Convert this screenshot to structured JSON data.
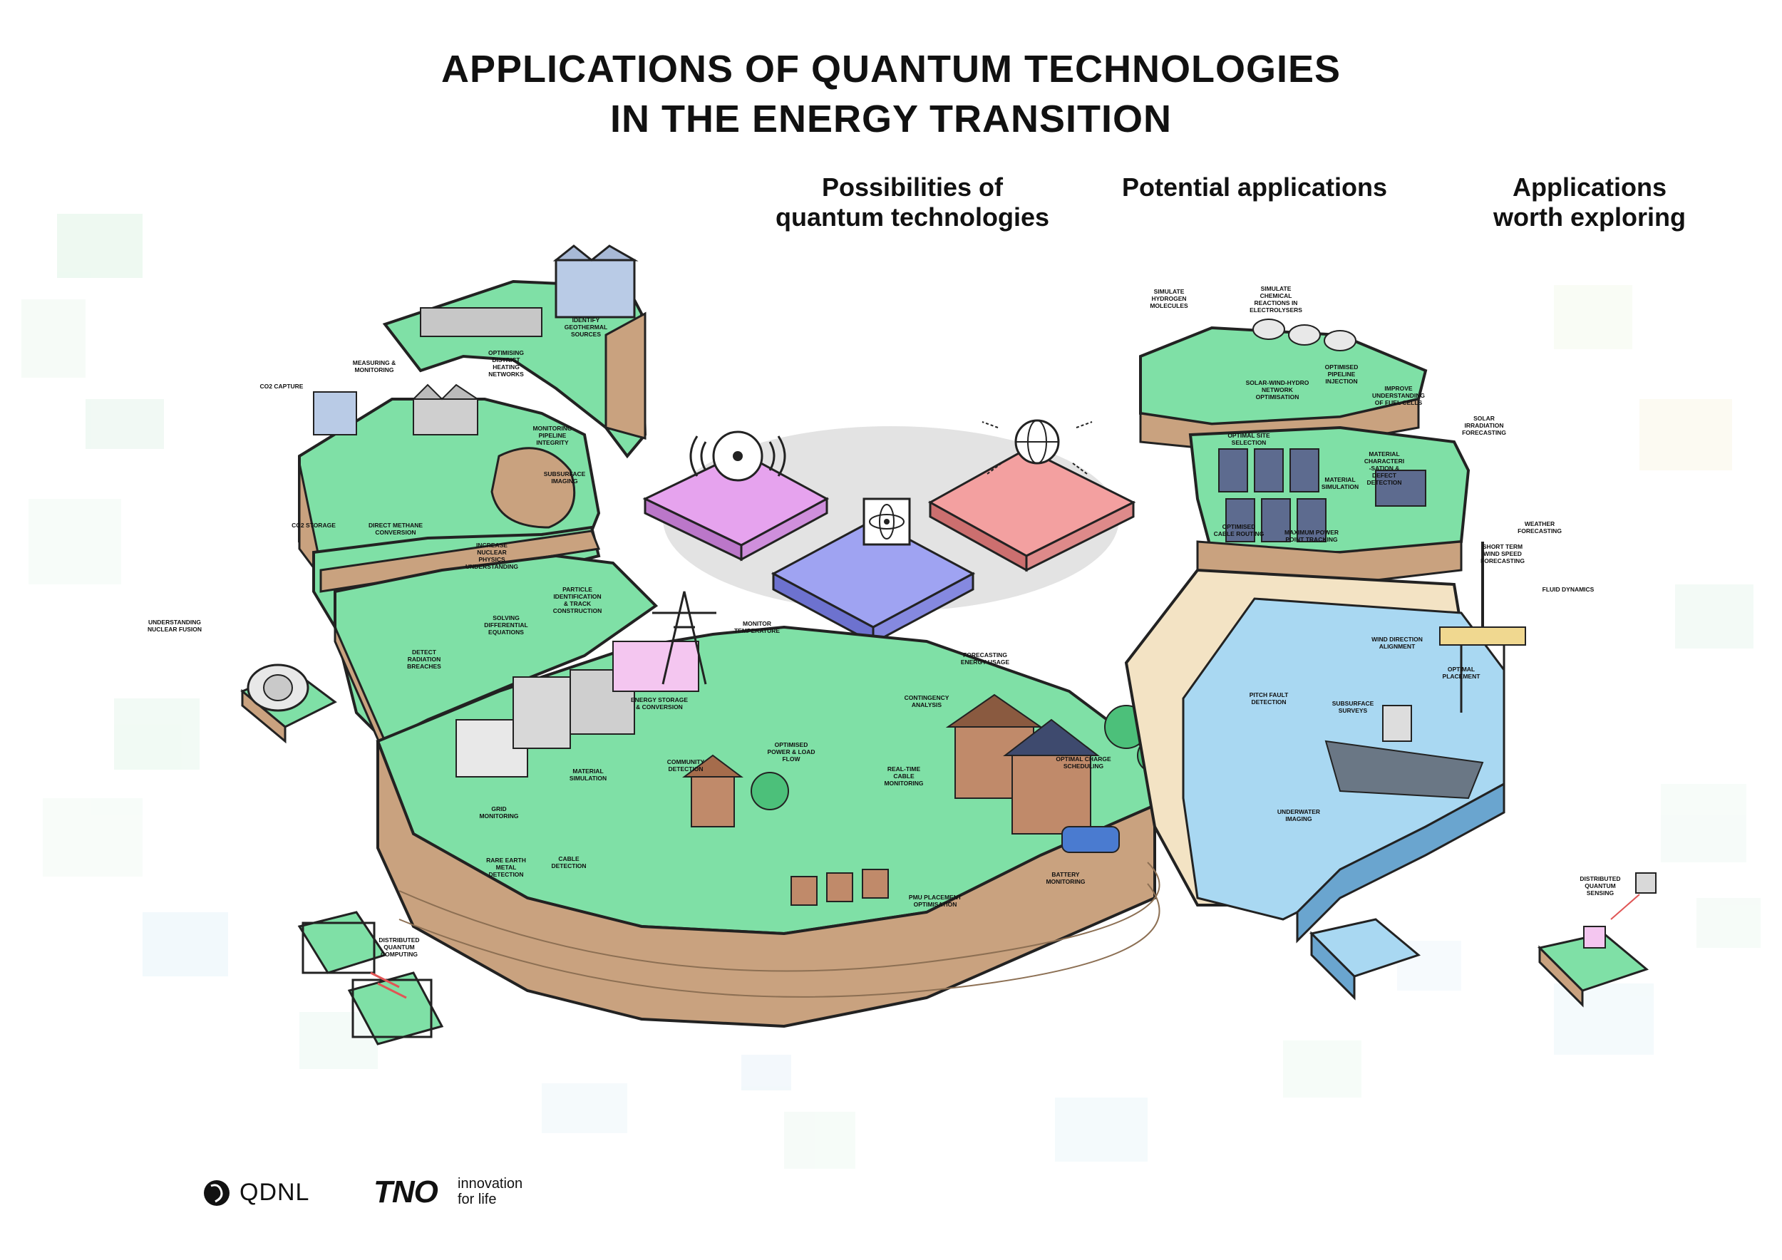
{
  "title": {
    "line1": "APPLICATIONS OF QUANTUM TECHNOLOGIES",
    "line2": "IN THE ENERGY TRANSITION"
  },
  "legend": {
    "possibilities": "Possibilities of\nquantum technologies",
    "potential": "Potential applications",
    "worth": "Applications\nworth exploring"
  },
  "colors": {
    "grass": "#7fe0a6",
    "soil": "#c9a27f",
    "water": "#a9d8f2",
    "sand": "#f3e3c4",
    "sensing_tile": "#e6a3ee",
    "computing_tile": "#9fa3f2",
    "networking_tile": "#f3a0a0"
  },
  "icons": [
    "sensing-icon",
    "computing-chip-icon",
    "networking-globe-icon"
  ],
  "labels": {
    "identify_geothermal": "IDENTIFY GEOTHERMAL SOURCES",
    "district_heating": "OPTIMISING DISTRICT HEATING NETWORKS",
    "measuring_monitoring": "MEASURING & MONITORING",
    "co2_capture": "CO2 CAPTURE",
    "monitoring_pipeline": "MONITORING PIPELINE INTEGRITY",
    "subsurface_imaging": "SUBSURFACE IMAGING",
    "co2_storage": "CO2 STORAGE",
    "direct_methane": "DIRECT METHANE CONVERSION",
    "nuclear_physics": "INCREASE NUCLEAR PHYSICS UNDERSTANDING",
    "particle_identification": "PARTICLE IDENTIFICATION & TRACK CONSTRUCTION",
    "solving_equations": "SOLVING DIFFERENTIAL EQUATIONS",
    "detect_radiation": "DETECT RADIATION BREACHES",
    "nuclear_fusion": "UNDERSTANDING NUCLEAR FUSION",
    "monitor_temperature": "MONITOR TEMPERATURE",
    "energy_storage": "ENERGY STORAGE & CONVERSION",
    "material_simulation": "MATERIAL SIMULATION",
    "grid_monitoring": "GRID MONITORING",
    "cable_detection": "CABLE DETECTION",
    "rare_earth": "RARE EARTH METAL DETECTION",
    "community_detection": "COMMUNITY DETECTION",
    "power_load_flow": "OPTIMISED POWER & LOAD FLOW",
    "realtime_cable": "REAL-TIME CABLE MONITORING",
    "contingency": "CONTINGENCY ANALYSIS",
    "forecasting_energy": "FORECASTING ENERGY USAGE",
    "charge_scheduling": "OPTIMAL CHARGE SCHEDULING",
    "pmu_placement": "PMU PLACEMENT OPTIMISATION",
    "battery_monitoring": "BATTERY MONITORING",
    "distributed_computing": "DISTRIBUTED QUANTUM COMPUTING",
    "simulate_hydrogen": "SIMULATE HYDROGEN MOLECULES",
    "simulate_chemical": "SIMULATE CHEMICAL REACTIONS IN ELECTROLYSERS",
    "pipeline_injection": "OPTIMISED PIPELINE INJECTION",
    "swh_network": "SOLAR-WIND-HYDRO NETWORK OPTIMISATION",
    "fuel_cells": "IMPROVE UNDERSTANDING OF FUEL CELLS",
    "optimal_site": "OPTIMAL SITE SELECTION",
    "material_characterisation": "MATERIAL CHARACTERI -SATION & DEFECT DETECTION",
    "solar_irradiation": "SOLAR IRRADIATION FORECASTING",
    "material_simulation_2": "MATERIAL SIMULATION",
    "cable_routing": "OPTIMISED CABLE ROUTING",
    "mppt": "MAXIMUM POWER POINT TRACKING",
    "weather_forecasting": "WEATHER FORECASTING",
    "wind_speed": "SHORT TERM WIND SPEED FORECASTING",
    "fluid_dynamics": "FLUID DYNAMICS",
    "wind_direction": "WIND DIRECTION ALIGNMENT",
    "optimal_placement": "OPTIMAL PLACEMENT",
    "pitch_fault": "PITCH FAULT DETECTION",
    "subsurface_surveys": "SUBSURFACE SURVEYS",
    "underwater_imaging": "UNDERWATER IMAGING",
    "distributed_sensing": "DISTRIBUTED QUANTUM SENSING"
  },
  "logos": {
    "qdnl": "QDNL",
    "tno": "TNO",
    "tno_tagline_1": "innovation",
    "tno_tagline_2": "for life"
  }
}
